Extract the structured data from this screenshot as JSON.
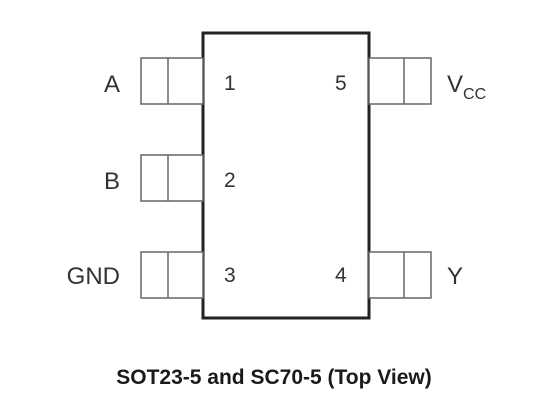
{
  "package": {
    "caption": "SOT23-5 and SC70-5 (Top View)"
  },
  "pins": [
    {
      "number": "1",
      "name": "A",
      "side": "left"
    },
    {
      "number": "2",
      "name": "B",
      "side": "left"
    },
    {
      "number": "3",
      "name": "GND",
      "side": "left"
    },
    {
      "number": "4",
      "name": "Y",
      "side": "right"
    },
    {
      "number": "5",
      "name": "V",
      "name_subscript": "CC",
      "side": "right"
    }
  ],
  "colors": {
    "body_stroke": "#222222",
    "pin_stroke": "#666666",
    "text": "#333333"
  }
}
